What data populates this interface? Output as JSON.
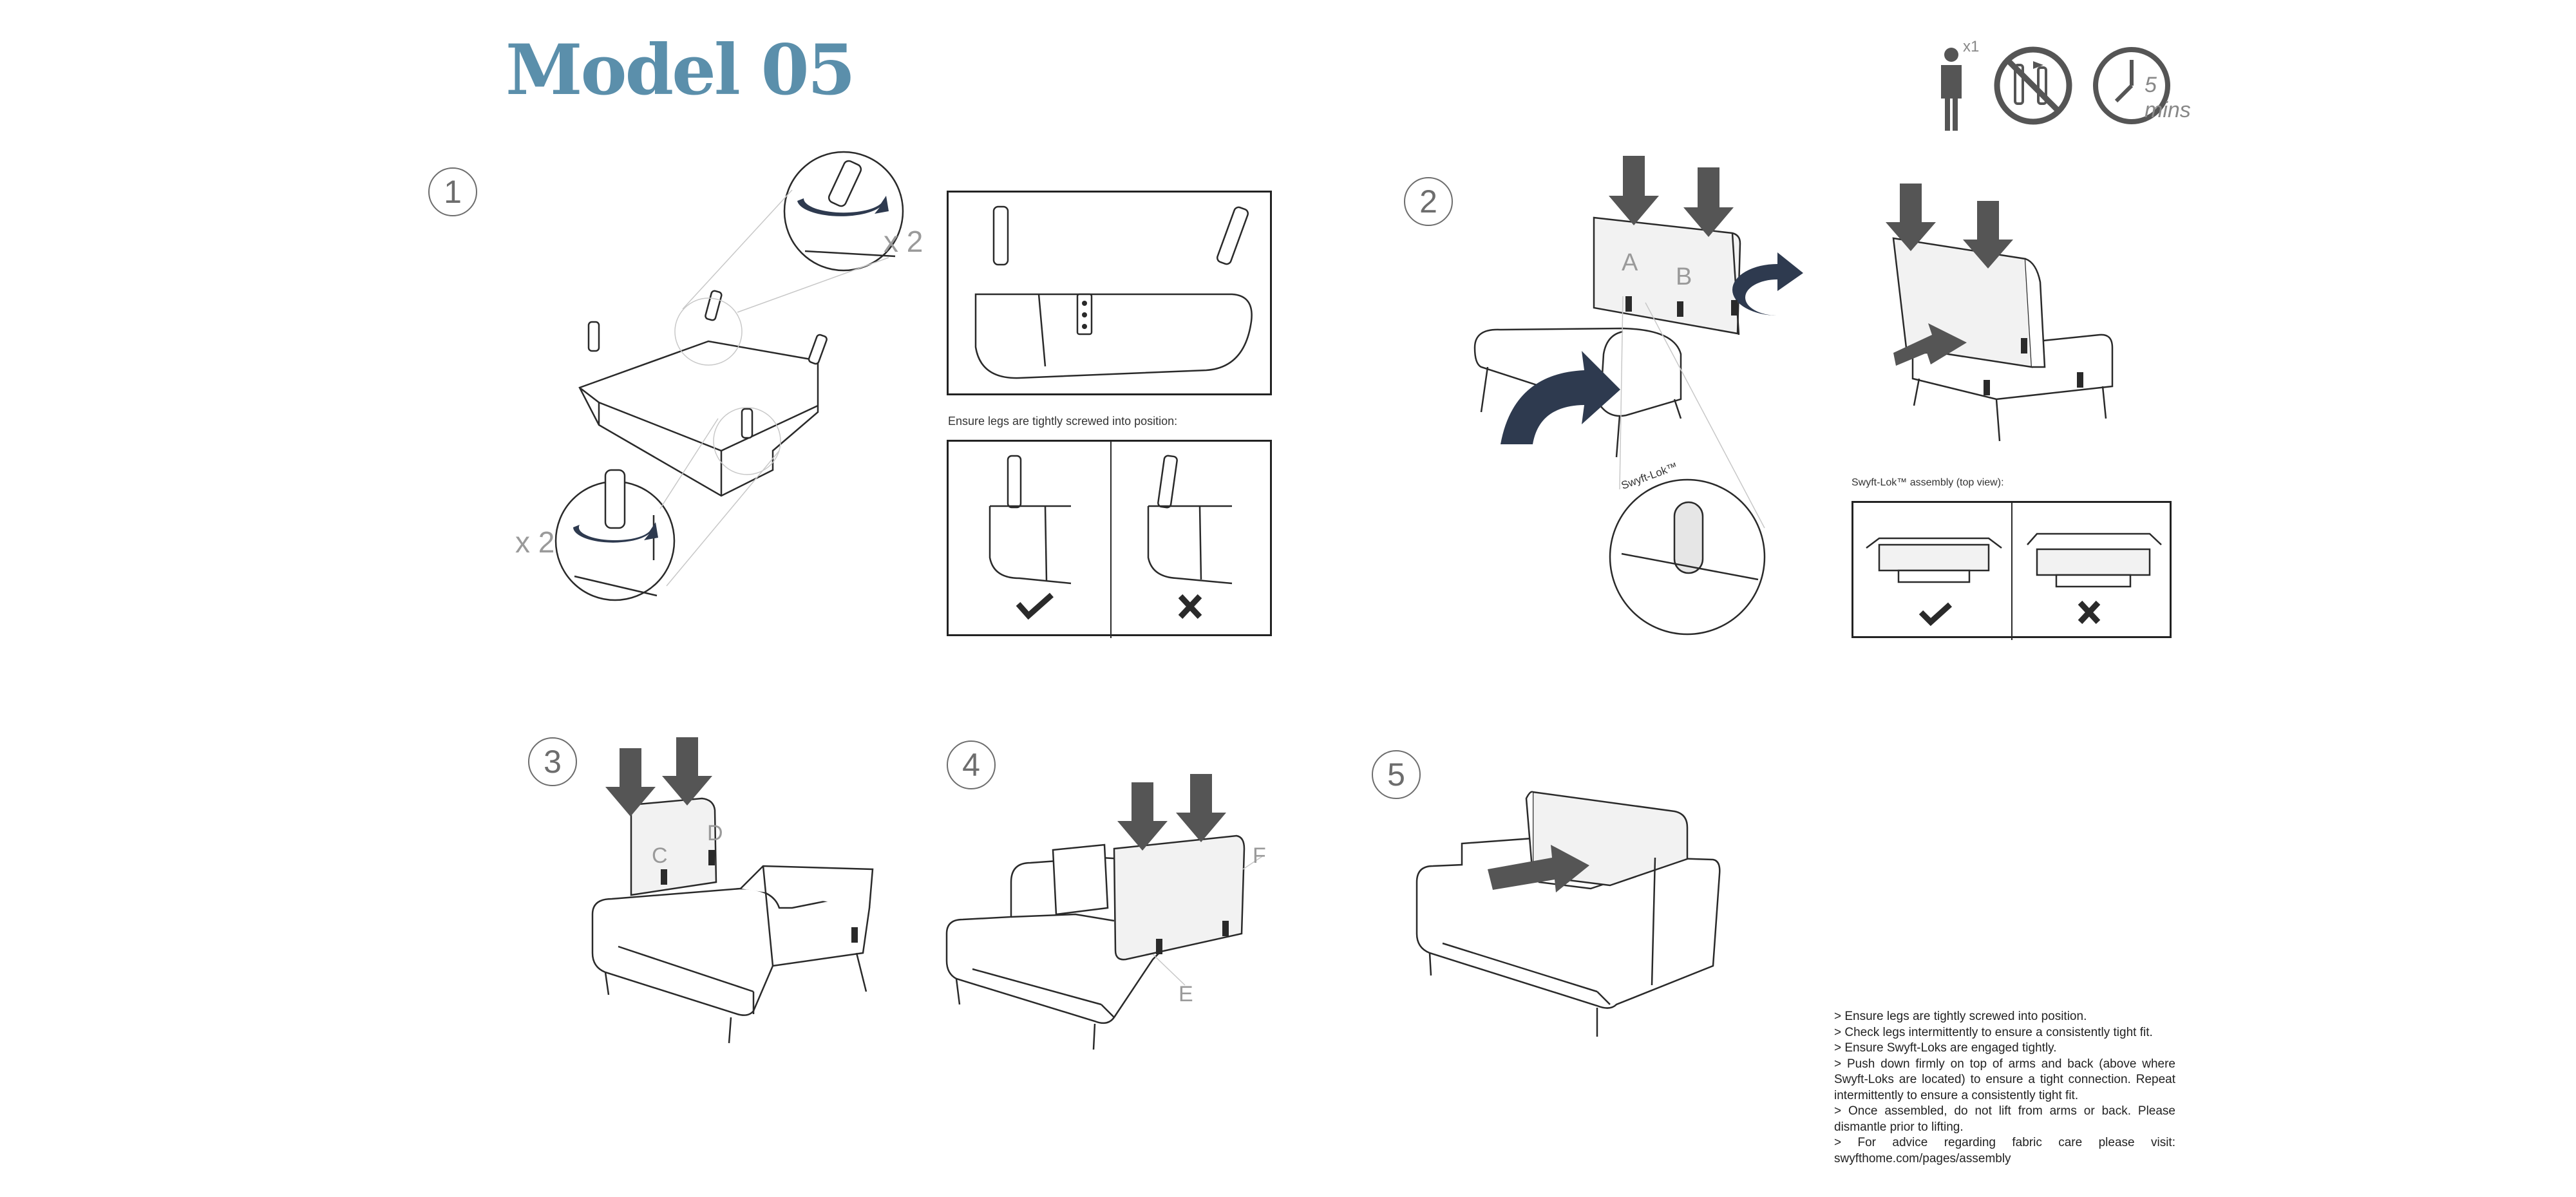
{
  "title": "Model 05",
  "header_icons": {
    "person_count": "x1",
    "time": "5 mins"
  },
  "steps": [
    "1",
    "2",
    "3",
    "4",
    "5"
  ],
  "step1": {
    "multiplier_top": "x 2",
    "multiplier_bottom": "x 2",
    "legs_caption": "Ensure legs are tightly screwed into position:"
  },
  "step2": {
    "label_a": "A",
    "label_b": "B",
    "swyft_lok_label": "Swyft-Lok™",
    "topview_caption": "Swyft-Lok™ assembly (top view):"
  },
  "step3": {
    "label_c": "C",
    "label_d": "D"
  },
  "step4": {
    "label_e": "E",
    "label_f": "F"
  },
  "notes": [
    "> Ensure legs are tightly screwed into position.",
    "> Check legs intermittently to ensure a consistently tight fit.",
    "> Ensure Swyft-Loks are engaged tightly.",
    "> Push down firmly on top of arms and back (above where Swyft-Loks are located) to ensure a tight connection. Repeat intermittently to ensure a consistently tight fit.",
    "> Once assembled, do not lift from arms or back. Please dismantle prior to lifting.",
    "> For advice regarding fabric care please visit: swyfthome.com/pages/assembly"
  ],
  "colors": {
    "title": "#5b8fab",
    "arrow_dark": "#555555",
    "arrow_navy": "#2e3a4f",
    "line": "#2a2a2a"
  }
}
